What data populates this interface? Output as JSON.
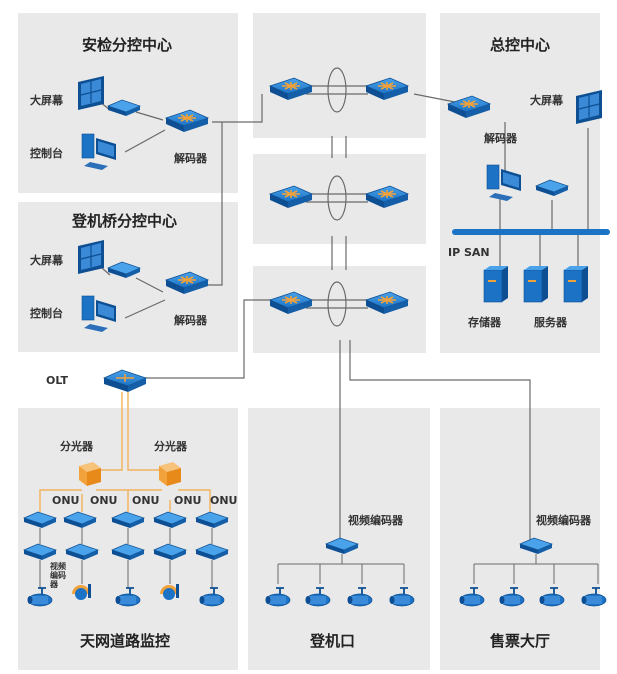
{
  "panels": {
    "security_center": {
      "title": "安检分控中心",
      "screen": "大屏幕",
      "console": "控制台",
      "decoder": "解码器"
    },
    "bridge_center": {
      "title": "登机桥分控中心",
      "screen": "大屏幕",
      "console": "控制台",
      "decoder": "解码器"
    },
    "master_center": {
      "title": "总控中心",
      "screen": "大屏幕",
      "decoder": "解码器",
      "ipsan": "IP SAN",
      "storage": "存储器",
      "server": "服务器"
    },
    "skynet": {
      "title": "天网道路监控",
      "olt": "OLT",
      "splitter1": "分光器",
      "splitter2": "分光器",
      "onu": [
        "ONU",
        "ONU",
        "ONU",
        "ONU",
        "ONU"
      ],
      "encoder": "视频编码器"
    },
    "boarding": {
      "title": "登机口",
      "encoder": "视频编码器"
    },
    "ticket_hall": {
      "title": "售票大厅",
      "encoder": "视频编码器"
    }
  },
  "colors": {
    "panel_bg": "#e9e9ea",
    "device_blue": "#1c72c4",
    "device_dark": "#0d4f92",
    "accent_orange": "#f2a23a",
    "line_gray": "#6a6a6a",
    "fiber_orange": "#f2b25a"
  }
}
